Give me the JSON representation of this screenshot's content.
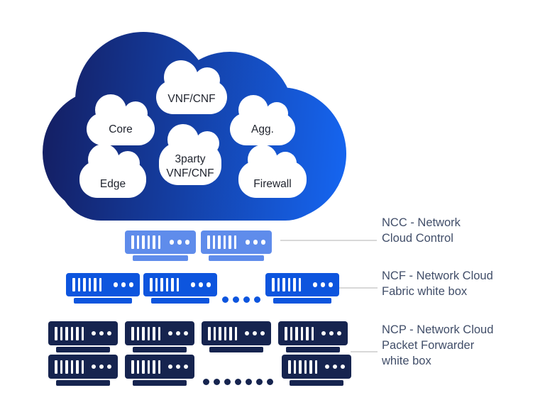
{
  "title": "Network Cloud architecture diagram",
  "colors": {
    "cloud_gradient_start": "#141d60",
    "cloud_gradient_end": "#1565f0",
    "sub_cloud_fill": "#ffffff",
    "ncc_blue": "#5f8ceb",
    "ncf_blue": "#0d55de",
    "ncp_navy": "#16244f",
    "connector_gray": "#d8d8d8",
    "label_text": "#414e69"
  },
  "cloud": {
    "sub_clouds": [
      {
        "id": "vnf-cnf",
        "lines": [
          "VNF/CNF"
        ]
      },
      {
        "id": "core",
        "lines": [
          "Core"
        ]
      },
      {
        "id": "agg",
        "lines": [
          "Agg."
        ]
      },
      {
        "id": "3party-vnf-cnf",
        "lines": [
          "3party",
          "VNF/CNF"
        ]
      },
      {
        "id": "edge",
        "lines": [
          "Edge"
        ]
      },
      {
        "id": "firewall",
        "lines": [
          "Firewall"
        ]
      }
    ]
  },
  "layers": {
    "ncc": {
      "name": "NCC - Network Cloud Control",
      "label_lines": [
        "NCC - Network",
        "Cloud Control"
      ],
      "color": "#5f8ceb",
      "rows": [
        [
          {
            "servers": 2
          }
        ]
      ]
    },
    "ncf": {
      "name": "NCF - Network Cloud Fabric white box",
      "label_lines": [
        "NCF - Network Cloud",
        "Fabric white box"
      ],
      "color": "#0d55de",
      "rows": [
        [
          {
            "servers": 2
          },
          {
            "dots": 4
          },
          {
            "servers": 1
          }
        ]
      ]
    },
    "ncp": {
      "name": "NCP - Network Cloud Packet Forwarder white box",
      "label_lines": [
        "NCP - Network Cloud",
        "Packet Forwarder",
        "white box"
      ],
      "color": "#16244f",
      "rows": [
        [
          {
            "servers": 4
          }
        ],
        [
          {
            "servers": 2
          },
          {
            "dots": 7
          },
          {
            "servers": 1
          }
        ]
      ]
    }
  }
}
